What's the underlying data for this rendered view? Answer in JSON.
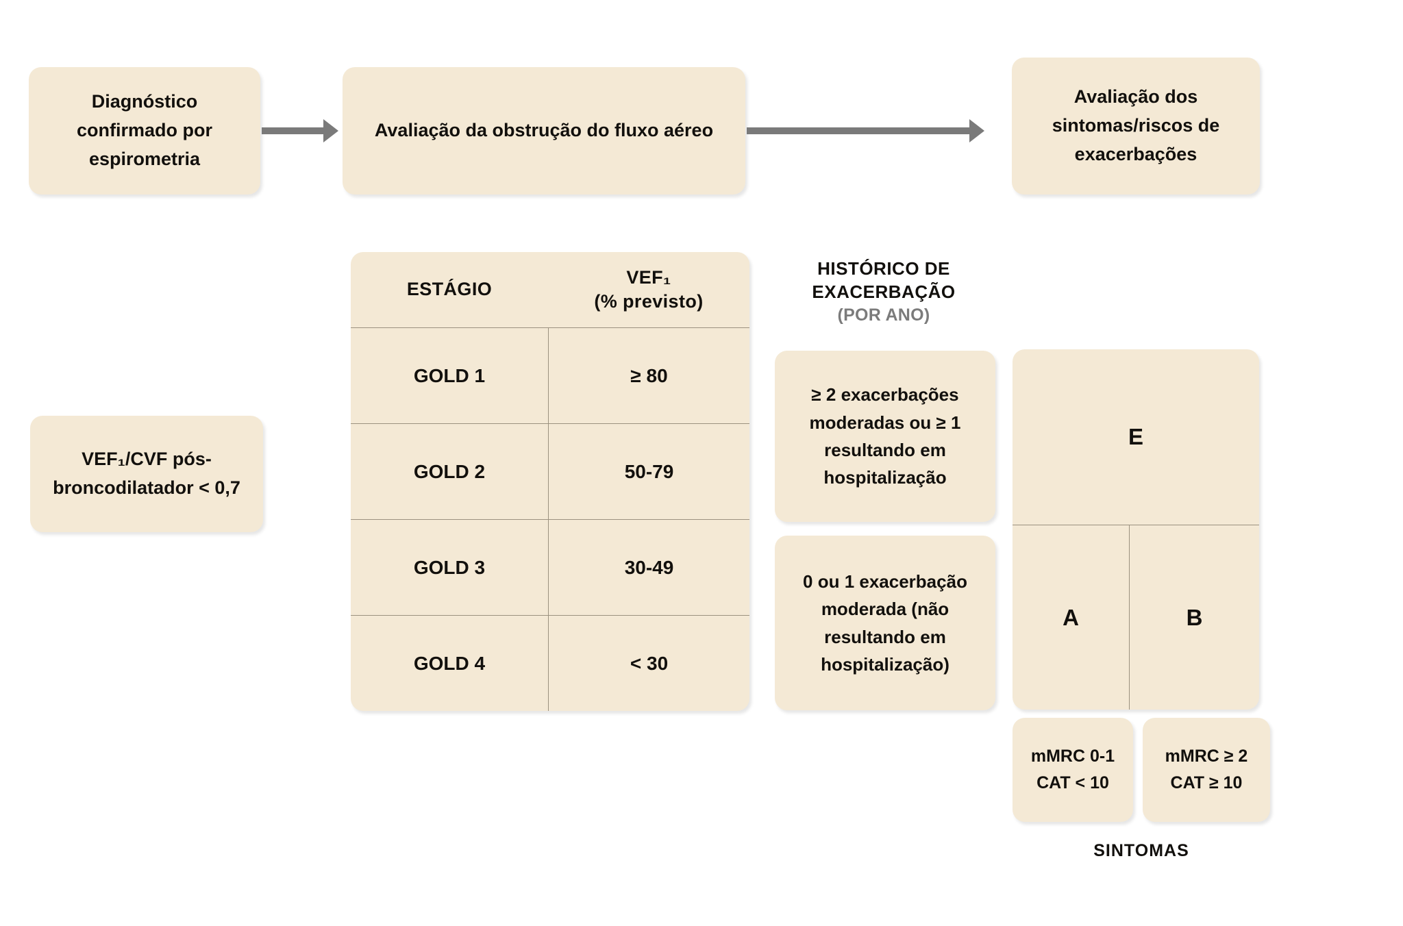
{
  "theme": {
    "card_fill": "#F4E9D5",
    "text_color": "#12100d",
    "muted_text_color": "#7b7b7b",
    "arrow_color": "#7a7a7a",
    "rule_color": "#9b917f",
    "page_background": "#ffffff"
  },
  "flow": {
    "step_1": "Diagnóstico confirmado por espirometria",
    "step_2": "Avaliação da obstrução do fluxo aéreo",
    "step_3": "Avaliação dos sintomas/riscos de exacerbações",
    "arrow_1": "arrow-right",
    "arrow_2": "arrow-right"
  },
  "criteria": {
    "spirometry": "VEF₁/CVF pós-broncodilatador < 0,7"
  },
  "gold_table": {
    "headers": [
      "ESTÁGIO",
      "VEF₁\n(% previsto)"
    ],
    "header_stage": "ESTÁGIO",
    "header_vef_line1": "VEF₁",
    "header_vef_line2": "(% previsto)",
    "rows": [
      {
        "stage": "GOLD 1",
        "vef": "≥ 80"
      },
      {
        "stage": "GOLD 2",
        "vef": "50-79"
      },
      {
        "stage": "GOLD 3",
        "vef": "30-49"
      },
      {
        "stage": "GOLD 4",
        "vef": "< 30"
      }
    ]
  },
  "exacerbation": {
    "title_line1": "HISTÓRICO DE",
    "title_line2": "EXACERBAÇÃO",
    "subtitle": "(POR ANO)",
    "high_risk": "≥ 2 exacerbações moderadas ou ≥ 1 resultando em hospitalização",
    "low_risk": "0 ou 1 exacerbação moderada (não resultando em hospitalização)"
  },
  "abe_grid": {
    "group_e": "E",
    "group_a": "A",
    "group_b": "B"
  },
  "symptoms": {
    "low_line1": "mMRC 0-1",
    "low_line2": "CAT < 10",
    "high_line1": "mMRC ≥ 2",
    "high_line2": "CAT ≥ 10",
    "axis_label": "SINTOMAS"
  }
}
